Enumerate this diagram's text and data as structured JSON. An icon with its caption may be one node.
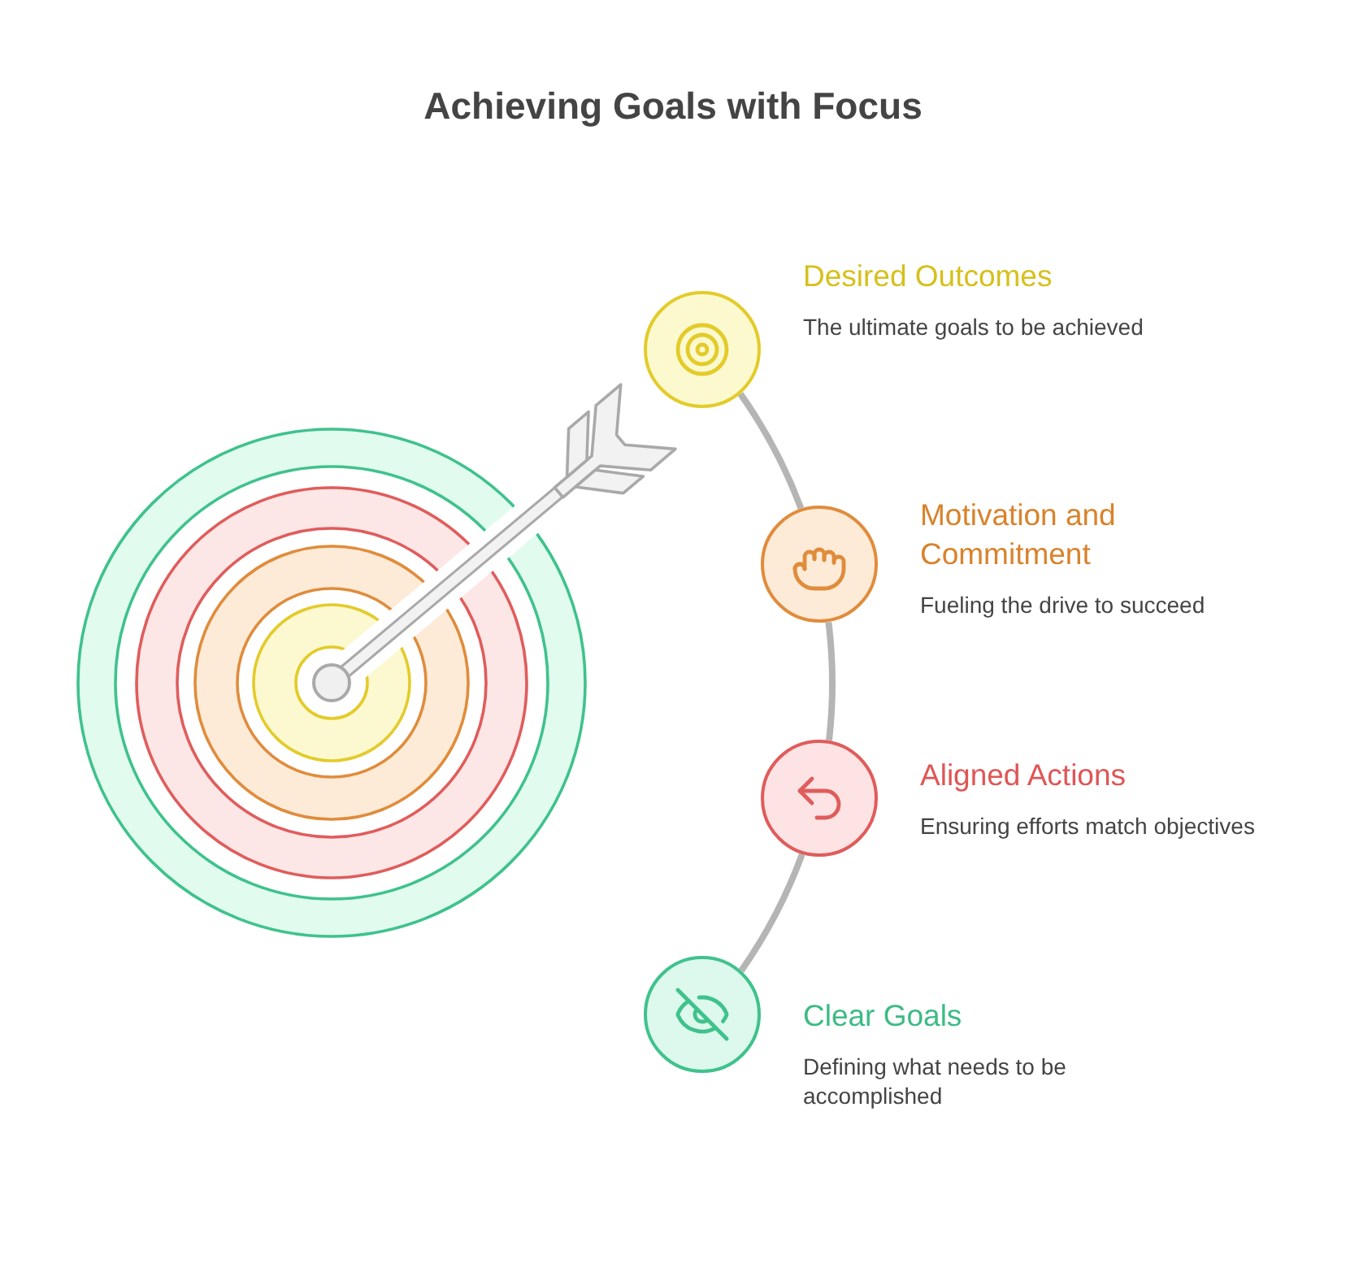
{
  "diagram": {
    "title": "Achieving Goals with Focus",
    "nodes": [
      {
        "text": [
          "Desired Outcomes",
          "The ultimate goals to be achieved"
        ]
      },
      {
        "text": [
          "Motivation and Commitment",
          "Fueling the drive to succeed"
        ]
      },
      {
        "text": [
          "Aligned Actions",
          "Ensuring efforts match objectives"
        ]
      },
      {
        "text": [
          "Clear Goals",
          "Defining what needs to be accomplished"
        ]
      }
    ],
    "edges": [
      {
        "from": 0,
        "to": 1,
        "arrow": "none"
      },
      {
        "from": 1,
        "to": 2,
        "arrow": "none"
      },
      {
        "from": 2,
        "to": 3,
        "arrow": "none"
      }
    ]
  }
}
